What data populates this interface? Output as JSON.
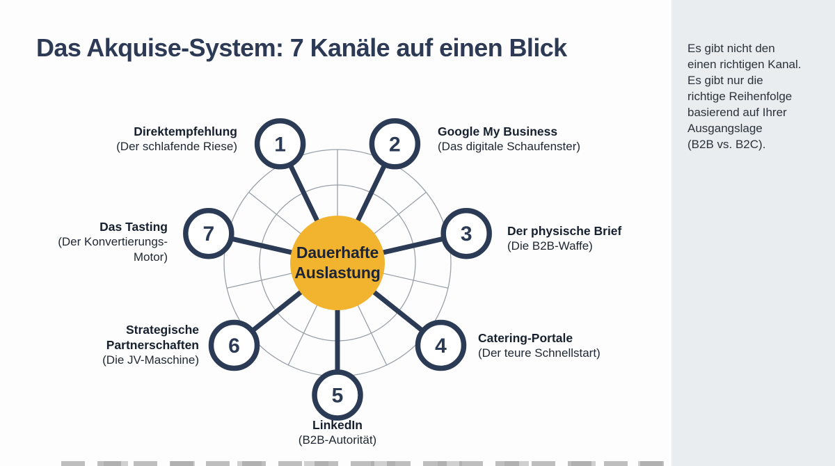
{
  "title": "Das Akquise-System: 7 Kanäle auf einen Blick",
  "hub": {
    "line1": "Dauerhafte",
    "line2": "Auslastung"
  },
  "wheel": {
    "nodes": [
      {
        "number": "1",
        "title": "Direktempfehlung",
        "subtitle": "(Der schlafende Riese)"
      },
      {
        "number": "2",
        "title": "Google My Business",
        "subtitle": "(Das digitale Schaufenster)"
      },
      {
        "number": "3",
        "title": "Der physische Brief",
        "subtitle": "(Die B2B-Waffe)"
      },
      {
        "number": "4",
        "title": "Catering-Portale",
        "subtitle": "(Der teure Schnellstart)"
      },
      {
        "number": "5",
        "title": "LinkedIn",
        "subtitle": "(B2B-Autorität)"
      },
      {
        "number": "6",
        "title": "Strategische\nPartnerschaften",
        "subtitle": "(Die JV-Maschine)"
      },
      {
        "number": "7",
        "title": "Das Tasting",
        "subtitle": "(Der Konvertierungs-\nMotor)"
      }
    ]
  },
  "sidebar": {
    "note": "Es gibt nicht den\neinen richtigen Kanal.\nEs gibt nur die\nrichtige Reihenfolge\nbasierend auf Ihrer\nAusgangslage\n(B2B vs. B2C)."
  },
  "colors": {
    "navy": "#2B3A55",
    "hub_yellow": "#F2B42E",
    "sidebar_bg": "#E9EDEF",
    "grid_gray": "#9AA0A8",
    "background": "#FDFDFD"
  }
}
